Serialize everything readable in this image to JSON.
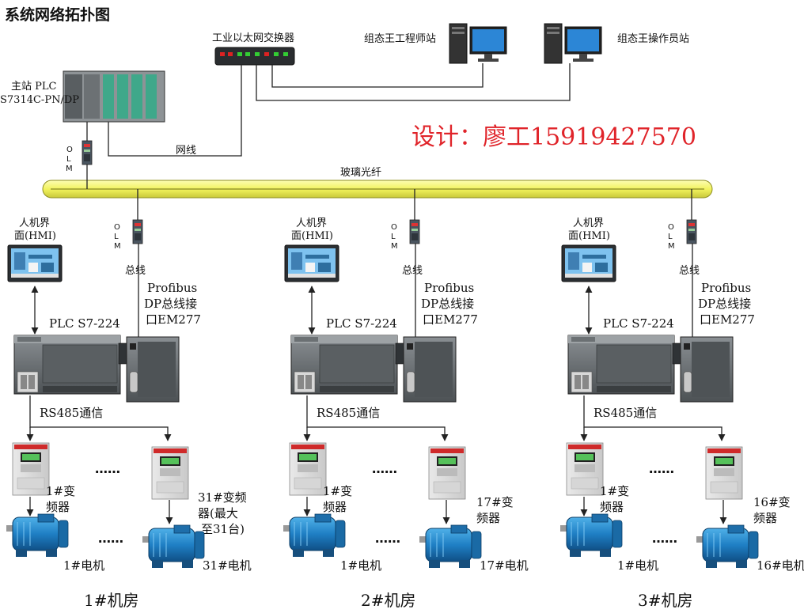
{
  "title": "系统网络拓扑图",
  "designer": "设计：廖工15919427570",
  "switch_label": "工业以太网交换器",
  "engineer_station_label": "组态王工程师站",
  "operator_station_label": "组态王操作员站",
  "master_plc": {
    "line1": "主站 PLC",
    "line2": "S7314C-PN/DP"
  },
  "olm_letters": [
    "O",
    "L",
    "M"
  ],
  "net_cable_label": "网线",
  "fiber_label": "玻璃光纤",
  "colors": {
    "fiber": "#f4f56a",
    "designer": "#e0242a"
  },
  "rooms": [
    {
      "room_label": "1#机房",
      "hmi": {
        "line1": "人机界",
        "line2": "面(HMI)"
      },
      "bus_label": "总线",
      "profibus": {
        "line1": "Profibus",
        "line2": "DP总线接",
        "line3": "口EM277"
      },
      "plc_label": "PLC S7-224",
      "rs485_label": "RS485通信",
      "ellipsis": "……",
      "vfd_a": {
        "line1": "1#变",
        "line2": "频器",
        "line3": ""
      },
      "vfd_b": {
        "line1": "31#变频",
        "line2": "器(最大",
        "line3": "至31台)"
      },
      "motor_a": "1#电机",
      "motor_b": "31#电机"
    },
    {
      "room_label": "2#机房",
      "hmi": {
        "line1": "人机界",
        "line2": "面(HMI)"
      },
      "bus_label": "总线",
      "profibus": {
        "line1": "Profibus",
        "line2": "DP总线接",
        "line3": "口EM277"
      },
      "plc_label": "PLC S7-224",
      "rs485_label": "RS485通信",
      "ellipsis": "……",
      "vfd_a": {
        "line1": "1#变",
        "line2": "频器",
        "line3": ""
      },
      "vfd_b": {
        "line1": "17#变",
        "line2": "频器",
        "line3": ""
      },
      "motor_a": "1#电机",
      "motor_b": "17#电机"
    },
    {
      "room_label": "3#机房",
      "hmi": {
        "line1": "人机界",
        "line2": "面(HMI)"
      },
      "bus_label": "总线",
      "profibus": {
        "line1": "Profibus",
        "line2": "DP总线接",
        "line3": "口EM277"
      },
      "plc_label": "PLC S7-224",
      "rs485_label": "RS485通信",
      "ellipsis": "……",
      "vfd_a": {
        "line1": "1#变",
        "line2": "频器",
        "line3": ""
      },
      "vfd_b": {
        "line1": "16#变",
        "line2": "频器",
        "line3": ""
      },
      "motor_a": "1#电机",
      "motor_b": "16#电机"
    }
  ]
}
